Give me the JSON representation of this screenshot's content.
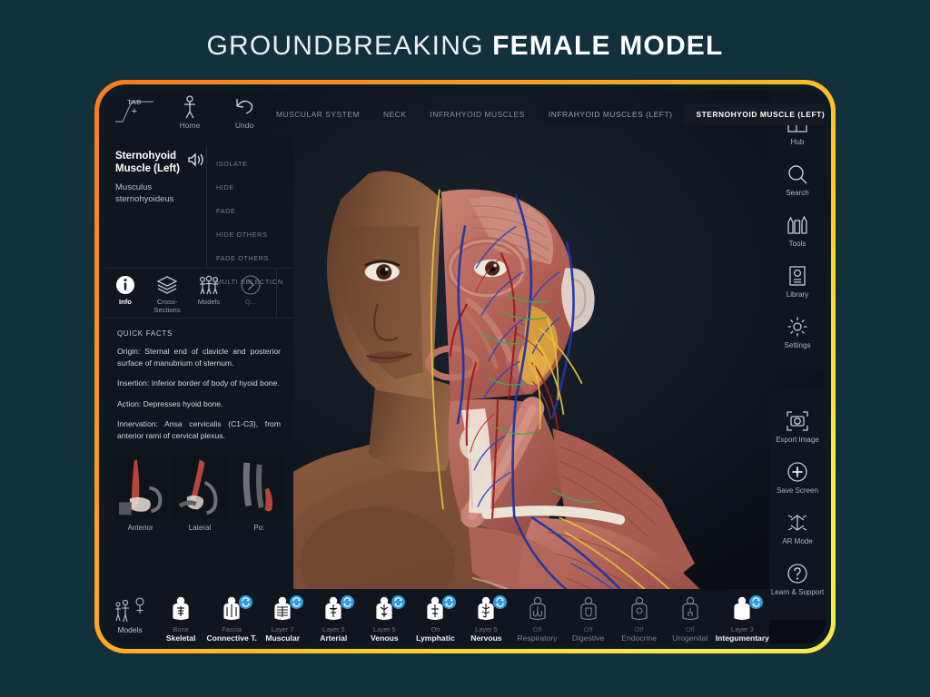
{
  "headline": {
    "light": "GROUNDBREAKING ",
    "bold": "FEMALE MODEL"
  },
  "topbar": {
    "tab_label": "TAB",
    "tab_plus": "+",
    "home_label": "Home",
    "undo_label": "Undo",
    "breadcrumbs": [
      {
        "label": "MUSCULAR SYSTEM",
        "state": "normal"
      },
      {
        "label": "NECK",
        "state": "normal"
      },
      {
        "label": "INFRAHYOID MUSCLES",
        "state": "normal"
      },
      {
        "label": "INFRAHYOID MUSCLES (LEFT)",
        "state": "dim-chip"
      },
      {
        "label": "STERNOHYOID MUSCLE (LEFT)",
        "state": "active"
      }
    ]
  },
  "left_panel": {
    "structure_title": "Sternohyoid Muscle (Left)",
    "structure_latin": "Musculus sternohyoideus",
    "speaker_icon": "speaker-icon",
    "actions": [
      "ISOLATE",
      "HIDE",
      "FADE",
      "HIDE OTHERS",
      "FADE OTHERS",
      "MULTI SELECTION"
    ],
    "tabs": [
      {
        "label": "Info",
        "icon": "info-icon",
        "active": true
      },
      {
        "label": "Cross-Sections",
        "icon": "layers-icon",
        "active": false
      },
      {
        "label": "Models",
        "icon": "models-icon",
        "active": false
      },
      {
        "label": "Q...",
        "icon": "chevron-right-icon",
        "active": false
      }
    ],
    "quick_facts_heading": "QUICK FACTS",
    "quick_facts": [
      "Origin: Sternal end of clavicle and posterior surface of manubrium of sternum.",
      "Insertion: Inferior border of body of hyoid bone.",
      "Action: Depresses hyoid bone.",
      "Innervation: Ansa cervicalis (C1-C3), from anterior rami of cervical plexus."
    ],
    "thumbnails": [
      {
        "caption": "Anterior"
      },
      {
        "caption": "Lateral"
      },
      {
        "caption": "Po:"
      }
    ]
  },
  "right_rail": {
    "top": [
      {
        "label": "Hub",
        "icon": "hub-icon"
      },
      {
        "label": "Search",
        "icon": "search-icon"
      },
      {
        "label": "Tools",
        "icon": "tools-icon"
      },
      {
        "label": "Library",
        "icon": "library-icon"
      },
      {
        "label": "Settings",
        "icon": "gear-icon"
      }
    ],
    "bottom": [
      {
        "label": "Export Image",
        "icon": "camera-icon"
      },
      {
        "label": "Save Screen",
        "icon": "plus-circle-icon"
      },
      {
        "label": "AR Mode",
        "icon": "ar-icon"
      },
      {
        "label": "Learn & Support",
        "icon": "question-circle-icon"
      }
    ]
  },
  "bottom_bar": {
    "layers": [
      {
        "top": "",
        "name": "Models",
        "state": "models",
        "sync": false,
        "icon": "models-gender-icon"
      },
      {
        "top": "Bone",
        "name": "Skeletal",
        "state": "on",
        "sync": false,
        "icon": "skeletal-icon"
      },
      {
        "top": "Fascia",
        "name": "Connective T.",
        "state": "on",
        "sync": true,
        "icon": "connective-icon"
      },
      {
        "top": "Layer 7",
        "name": "Muscular",
        "state": "on",
        "sync": true,
        "icon": "muscular-icon"
      },
      {
        "top": "Layer 5",
        "name": "Arterial",
        "state": "on",
        "sync": true,
        "icon": "arterial-icon"
      },
      {
        "top": "Layer 5",
        "name": "Venous",
        "state": "on",
        "sync": true,
        "icon": "venous-icon"
      },
      {
        "top": "On",
        "name": "Lymphatic",
        "state": "on",
        "sync": true,
        "icon": "lymphatic-icon"
      },
      {
        "top": "Layer 5",
        "name": "Nervous",
        "state": "on",
        "sync": true,
        "icon": "nervous-icon"
      },
      {
        "top": "Off",
        "name": "Respiratory",
        "state": "off",
        "sync": false,
        "icon": "respiratory-icon"
      },
      {
        "top": "Off",
        "name": "Digestive",
        "state": "off",
        "sync": false,
        "icon": "digestive-icon"
      },
      {
        "top": "Off",
        "name": "Endocrine",
        "state": "off",
        "sync": false,
        "icon": "endocrine-icon"
      },
      {
        "top": "Off",
        "name": "Urogenital",
        "state": "off",
        "sync": false,
        "icon": "urogenital-icon"
      },
      {
        "top": "Layer 3",
        "name": "Integumentary",
        "state": "on",
        "sync": true,
        "icon": "integumentary-icon"
      }
    ]
  },
  "colors": {
    "page_bg": "#13313c",
    "frame_start": "#ff7a18",
    "frame_end": "#f7e84b",
    "panel_bg": "#11151d",
    "accent_blue": "#2f9be3"
  }
}
